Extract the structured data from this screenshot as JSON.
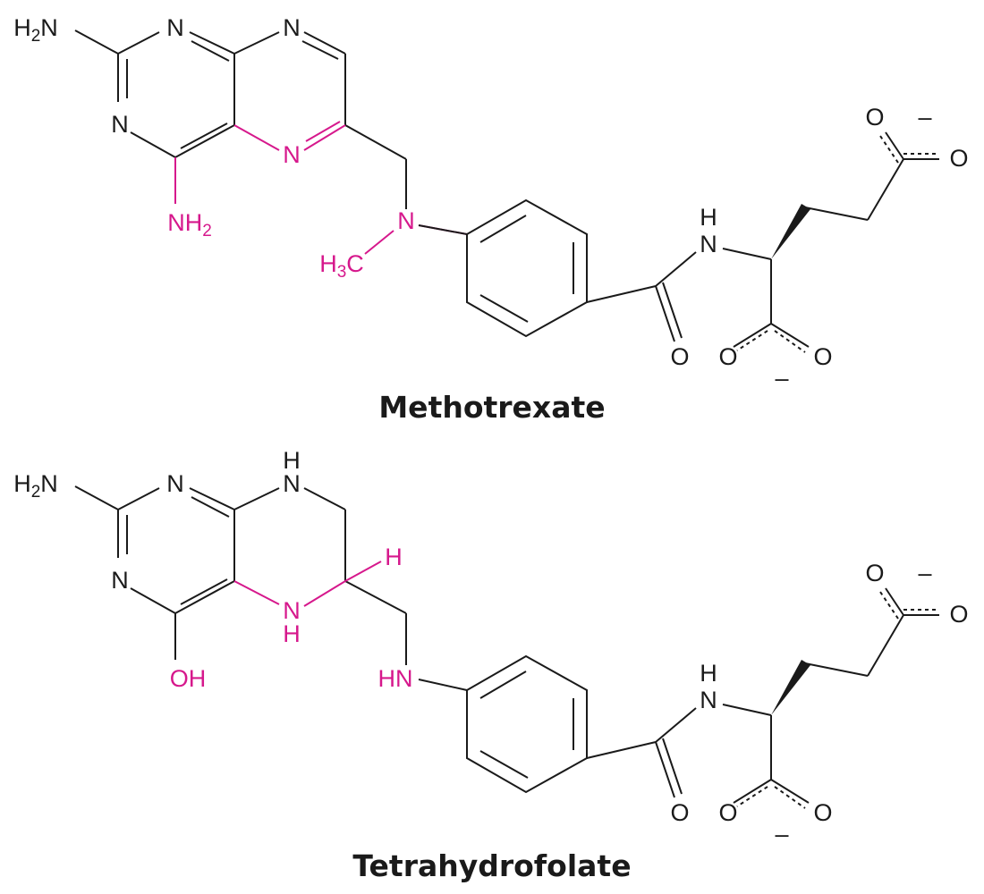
{
  "colors": {
    "ink": "#1a1a1a",
    "highlight": "#d6188c"
  },
  "atoms": {
    "H": "H",
    "N": "N",
    "O": "O",
    "C": "C",
    "NH": "NH",
    "HN": "HN",
    "OH": "OH",
    "sub2": "2",
    "sub3": "3",
    "minus": "–"
  },
  "molecules": [
    {
      "name": "Methotrexate"
    },
    {
      "name": "Tetrahydrofolate"
    }
  ]
}
